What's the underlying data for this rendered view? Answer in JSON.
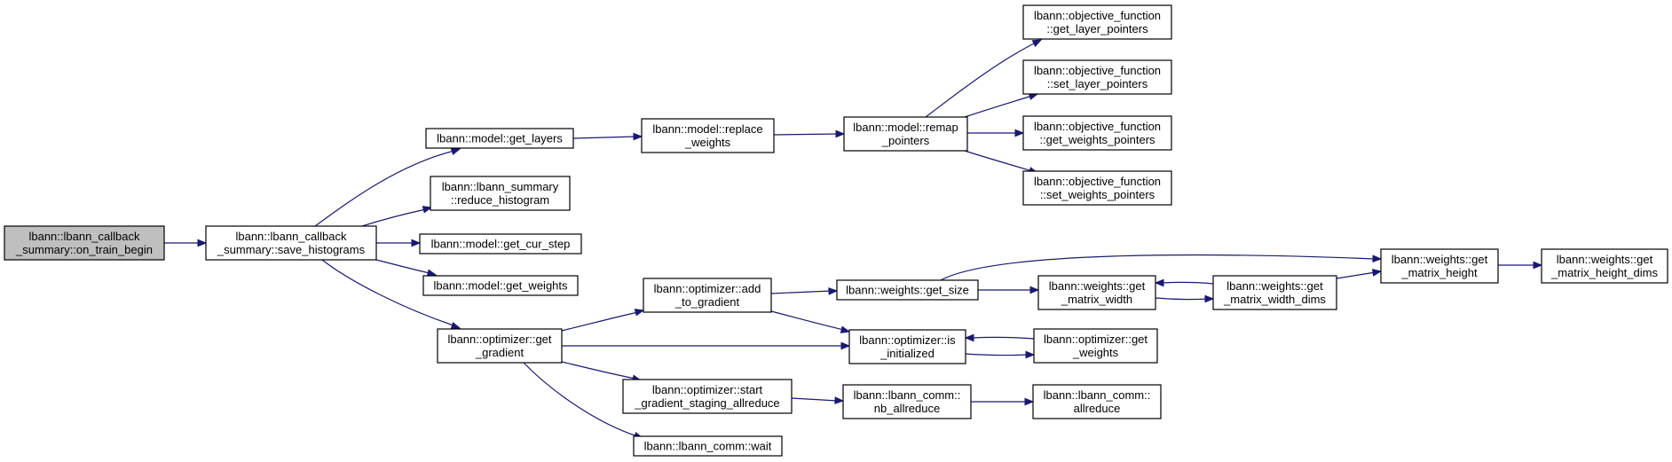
{
  "colors": {
    "edge": "#191970",
    "root_fill": "#bfbfbf",
    "node_fill": "#ffffff",
    "node_border": "#000000"
  },
  "nodes": {
    "on_train_begin": {
      "lines": [
        "lbann::lbann_callback",
        "_summary::on_train_begin"
      ],
      "root": true
    },
    "save_histograms": {
      "lines": [
        "lbann::lbann_callback",
        "_summary::save_histograms"
      ]
    },
    "get_layers": {
      "lines": [
        "lbann::model::get_layers"
      ]
    },
    "reduce_histogram": {
      "lines": [
        "lbann::lbann_summary",
        "::reduce_histogram"
      ]
    },
    "get_cur_step": {
      "lines": [
        "lbann::model::get_cur_step"
      ]
    },
    "get_weights": {
      "lines": [
        "lbann::model::get_weights"
      ]
    },
    "optimizer_get_gradient": {
      "lines": [
        "lbann::optimizer::get",
        "_gradient"
      ]
    },
    "replace_weights": {
      "lines": [
        "lbann::model::replace",
        "_weights"
      ]
    },
    "remap_pointers": {
      "lines": [
        "lbann::model::remap",
        "_pointers"
      ]
    },
    "of_get_layer_pointers": {
      "lines": [
        "lbann::objective_function",
        "::get_layer_pointers"
      ]
    },
    "of_set_layer_pointers": {
      "lines": [
        "lbann::objective_function",
        "::set_layer_pointers"
      ]
    },
    "of_get_weights_pointers": {
      "lines": [
        "lbann::objective_function",
        "::get_weights_pointers"
      ]
    },
    "of_set_weights_pointers": {
      "lines": [
        "lbann::objective_function",
        "::set_weights_pointers"
      ]
    },
    "add_to_gradient": {
      "lines": [
        "lbann::optimizer::add",
        "_to_gradient"
      ]
    },
    "start_gradient_staging": {
      "lines": [
        "lbann::optimizer::start",
        "_gradient_staging_allreduce"
      ]
    },
    "comm_wait": {
      "lines": [
        "lbann::lbann_comm::wait"
      ]
    },
    "weights_get_size": {
      "lines": [
        "lbann::weights::get_size"
      ]
    },
    "is_initialized": {
      "lines": [
        "lbann::optimizer::is",
        "_initialized"
      ]
    },
    "nb_allreduce": {
      "lines": [
        "lbann::lbann_comm::",
        "nb_allreduce"
      ]
    },
    "get_matrix_width": {
      "lines": [
        "lbann::weights::get",
        "_matrix_width"
      ]
    },
    "get_matrix_width_dims": {
      "lines": [
        "lbann::weights::get",
        "_matrix_width_dims"
      ]
    },
    "get_matrix_height": {
      "lines": [
        "lbann::weights::get",
        "_matrix_height"
      ]
    },
    "get_matrix_height_dims": {
      "lines": [
        "lbann::weights::get",
        "_matrix_height_dims"
      ]
    },
    "optimizer_get_weights": {
      "lines": [
        "lbann::optimizer::get",
        "_weights"
      ]
    },
    "comm_allreduce": {
      "lines": [
        "lbann::lbann_comm::",
        "allreduce"
      ]
    }
  },
  "edges": [
    [
      "on_train_begin",
      "save_histograms"
    ],
    [
      "save_histograms",
      "get_layers"
    ],
    [
      "save_histograms",
      "reduce_histogram"
    ],
    [
      "save_histograms",
      "get_cur_step"
    ],
    [
      "save_histograms",
      "get_weights"
    ],
    [
      "save_histograms",
      "optimizer_get_gradient"
    ],
    [
      "get_layers",
      "replace_weights"
    ],
    [
      "replace_weights",
      "remap_pointers"
    ],
    [
      "remap_pointers",
      "of_get_layer_pointers"
    ],
    [
      "remap_pointers",
      "of_set_layer_pointers"
    ],
    [
      "remap_pointers",
      "of_get_weights_pointers"
    ],
    [
      "remap_pointers",
      "of_set_weights_pointers"
    ],
    [
      "optimizer_get_gradient",
      "add_to_gradient"
    ],
    [
      "optimizer_get_gradient",
      "is_initialized"
    ],
    [
      "optimizer_get_gradient",
      "start_gradient_staging"
    ],
    [
      "optimizer_get_gradient",
      "comm_wait"
    ],
    [
      "add_to_gradient",
      "weights_get_size"
    ],
    [
      "add_to_gradient",
      "is_initialized"
    ],
    [
      "weights_get_size",
      "get_matrix_height"
    ],
    [
      "weights_get_size",
      "get_matrix_width"
    ],
    [
      "get_matrix_width",
      "get_matrix_width_dims"
    ],
    [
      "get_matrix_width_dims",
      "get_matrix_width"
    ],
    [
      "get_matrix_width_dims",
      "get_matrix_height"
    ],
    [
      "get_matrix_height",
      "get_matrix_height_dims"
    ],
    [
      "is_initialized",
      "optimizer_get_weights"
    ],
    [
      "optimizer_get_weights",
      "is_initialized"
    ],
    [
      "start_gradient_staging",
      "nb_allreduce"
    ],
    [
      "nb_allreduce",
      "comm_allreduce"
    ]
  ]
}
